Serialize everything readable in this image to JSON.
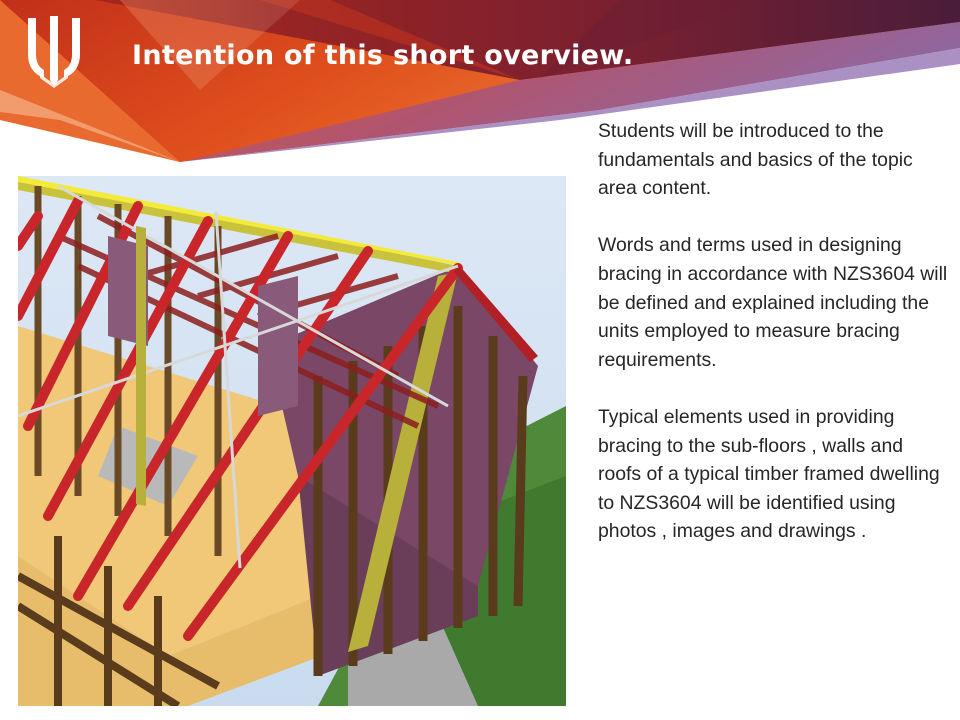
{
  "slide": {
    "title": "Intention of this short overview.",
    "logo": "university-logo",
    "paragraphs": [
      "Students will be introduced to the fundamentals and basics of the topic area content.",
      "Words  and terms used in designing bracing in accordance with NZS3604 will be defined and explained including the units employed to measure bracing requirements.",
      "Typical elements used in providing bracing to the sub-floors , walls  and roofs  of a typical timber framed dwelling to NZS3604 will be identified using photos , images and drawings ."
    ]
  },
  "colors": {
    "banner_dark_red": "#b4281e",
    "banner_orange": "#e8661e",
    "banner_purple": "#7d4f9a",
    "title_text": "#ffffff",
    "body_text": "#262626"
  }
}
